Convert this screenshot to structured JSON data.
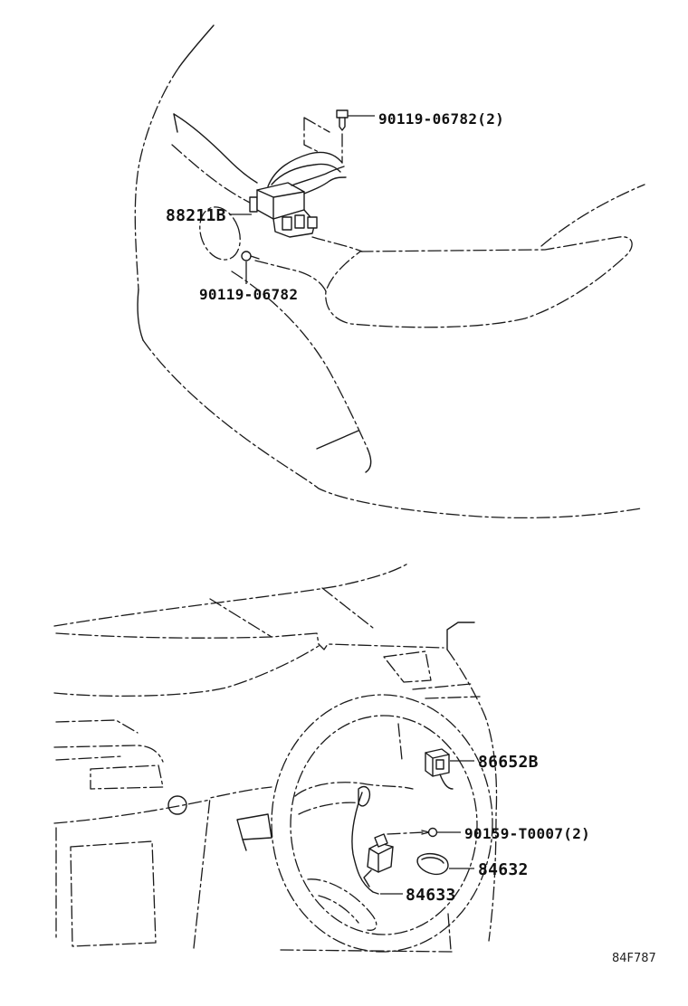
{
  "labels": {
    "screw_upper": "90119-06782(2)",
    "sensor": "88211B",
    "screw_lower": "90119-06782",
    "switch_upper": "86652B",
    "screw_wheel": "90159-T0007(2)",
    "switch_lower": "84632",
    "harness": "84633"
  },
  "figure_code": "84F787"
}
